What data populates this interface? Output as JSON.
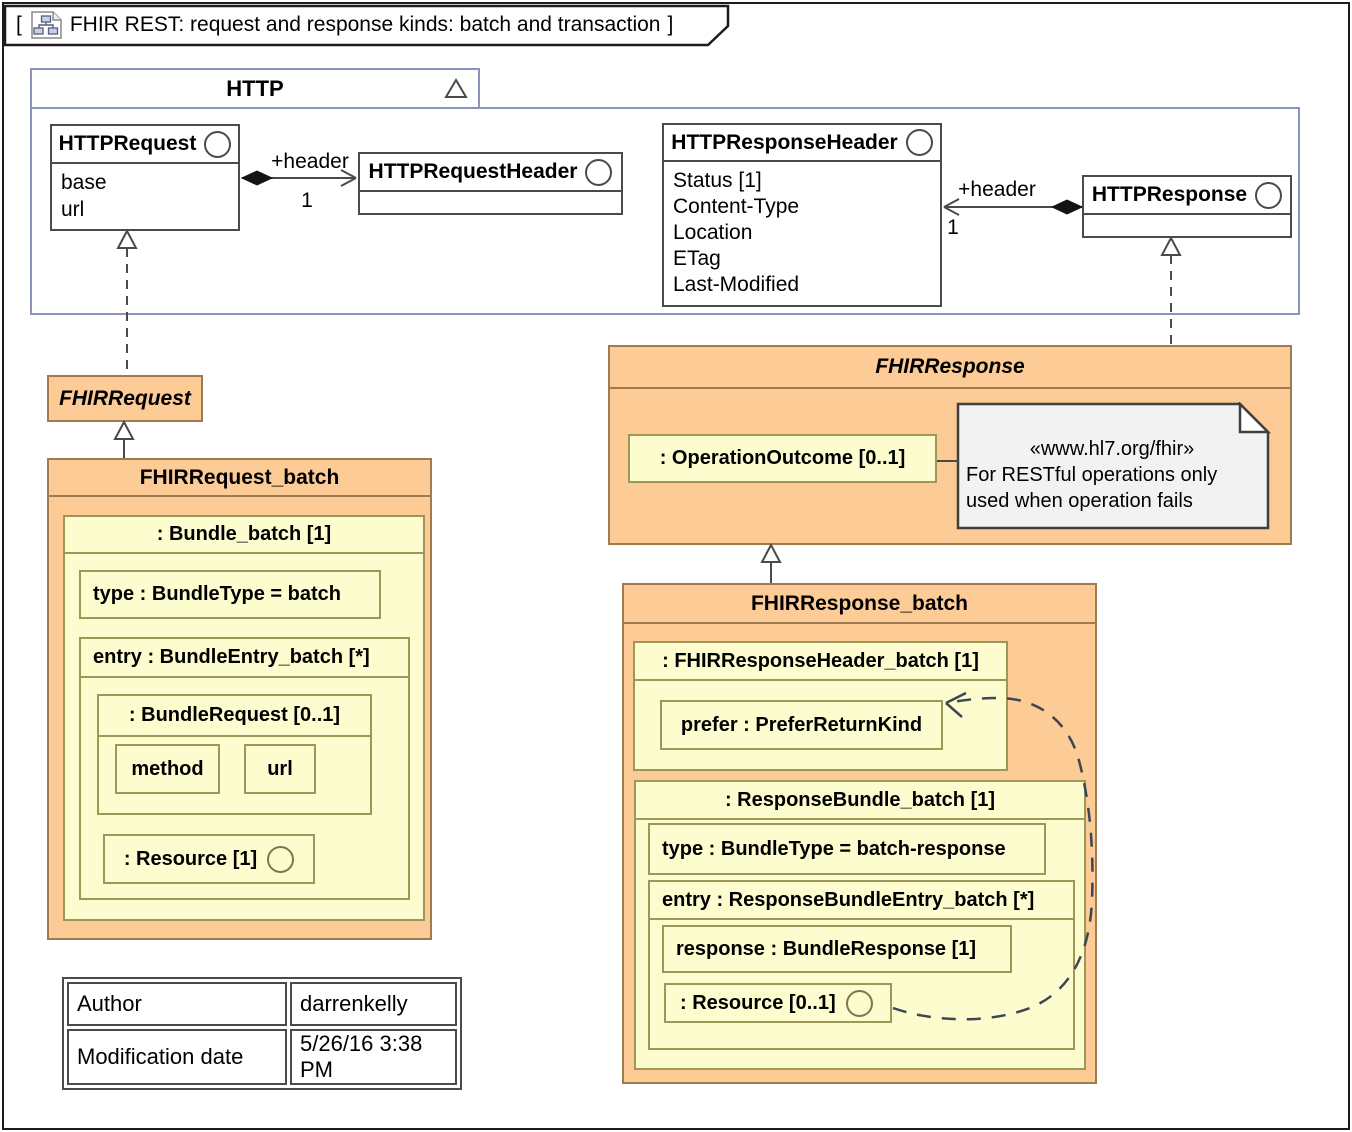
{
  "colors": {
    "orange_fill": "#FCCB96",
    "orange_border": "#A07A50",
    "yellow_fill": "#FCFCCE",
    "yellow_border": "#9E9858",
    "package_border": "#8A93BE",
    "class_border": "#4A4A4A",
    "note_fill": "#F2F2F2",
    "line": "#4A4A4A",
    "dependency": "#3D4653"
  },
  "frame": {
    "bracket_open": "[",
    "bracket_close": "]",
    "title": "FHIR REST: request and response kinds: batch and transaction"
  },
  "http": {
    "package_name": "HTTP",
    "request": {
      "title": "HTTPRequest",
      "attrs": [
        "base",
        "url"
      ]
    },
    "request_header": {
      "title": "HTTPRequestHeader"
    },
    "response_header": {
      "title": "HTTPResponseHeader",
      "attrs": [
        "Status [1]",
        "Content-Type",
        "Location",
        "ETag",
        "Last-Modified"
      ]
    },
    "response": {
      "title": "HTTPResponse"
    },
    "assoc_request": {
      "role": "+header",
      "mult": "1"
    },
    "assoc_response": {
      "role": "+header",
      "mult": "1"
    }
  },
  "fhir_request": {
    "title": "FHIRRequest"
  },
  "fhir_request_batch": {
    "title": "FHIRRequest_batch",
    "bundle_title": ": Bundle_batch [1]",
    "type": "type : BundleType = batch",
    "entry_title": "entry : BundleEntry_batch [*]",
    "bundle_request_title": ": BundleRequest [0..1]",
    "method": "method",
    "url": "url",
    "resource": ": Resource [1]"
  },
  "fhir_response": {
    "title": "FHIRResponse",
    "operation_outcome": ": OperationOutcome [0..1]",
    "note_stereotype": "«www.hl7.org/fhir»",
    "note_line1": "For RESTful operations only",
    "note_line2": "used when operation fails"
  },
  "fhir_response_batch": {
    "title": "FHIRResponse_batch",
    "header_title": ": FHIRResponseHeader_batch [1]",
    "prefer": "prefer : PreferReturnKind",
    "bundle_title": ": ResponseBundle_batch [1]",
    "type": "type : BundleType = batch-response",
    "entry_title": "entry : ResponseBundleEntry_batch [*]",
    "response": "response : BundleResponse [1]",
    "resource": ": Resource [0..1]"
  },
  "info_table": {
    "rows": [
      [
        "Author",
        "darrenkelly"
      ],
      [
        "Modification date",
        "5/26/16 3:38 PM"
      ]
    ]
  }
}
